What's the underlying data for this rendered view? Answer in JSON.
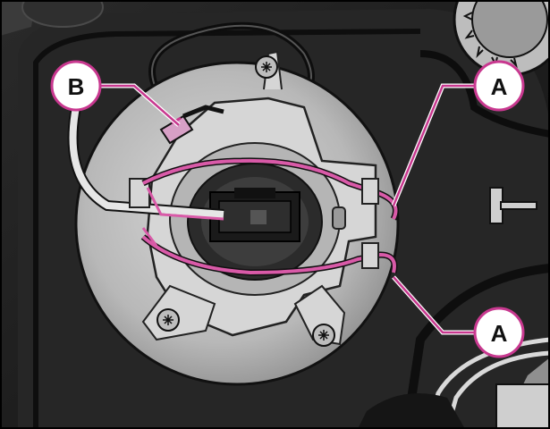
{
  "colors": {
    "background": "#1c1c1c",
    "housing": "#3a3a3a",
    "reflector_plate": "#bdbdbd",
    "bracket": "#d4d4d4",
    "spring_clip_highlight": "#c8388f",
    "callout_line": "#c8388f",
    "callout_fill": "#ffffff"
  },
  "callouts": {
    "b": {
      "letter": "B",
      "label_key": "wire-connector"
    },
    "a_top": {
      "letter": "A",
      "label_key": "upper-spring-clip"
    },
    "a_bottom": {
      "letter": "A",
      "label_key": "lower-spring-clip"
    }
  }
}
